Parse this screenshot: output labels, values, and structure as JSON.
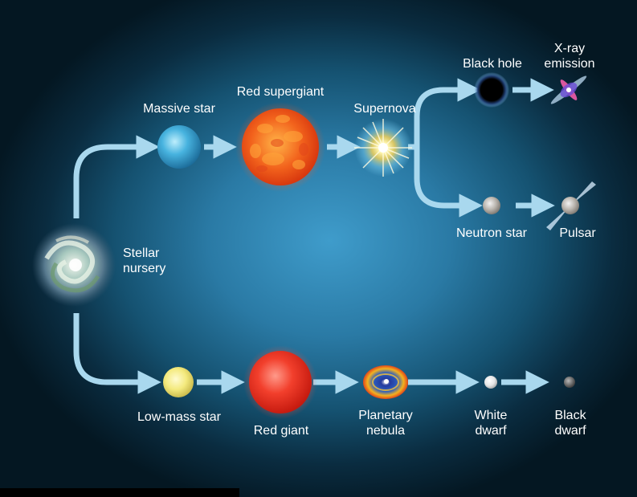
{
  "diagram": {
    "nodes": {
      "stellar_nursery": {
        "line1": "Stellar",
        "line2": "nursery",
        "icon": "nebula-swirl-icon"
      },
      "massive_star": {
        "label": "Massive star",
        "icon": "blue-star-icon"
      },
      "red_supergiant": {
        "label": "Red supergiant",
        "icon": "red-supergiant-icon"
      },
      "supernova": {
        "label": "Supernova",
        "icon": "supernova-burst-icon"
      },
      "black_hole": {
        "label": "Black hole",
        "icon": "black-hole-icon"
      },
      "xray_emission": {
        "line1": "X-ray",
        "line2": "emission",
        "icon": "xray-jet-icon"
      },
      "neutron_star": {
        "label": "Neutron star",
        "icon": "neutron-star-icon"
      },
      "pulsar": {
        "label": "Pulsar",
        "icon": "pulsar-beam-icon"
      },
      "low_mass_star": {
        "label": "Low-mass star",
        "icon": "yellow-star-icon"
      },
      "red_giant": {
        "label": "Red giant",
        "icon": "red-giant-icon"
      },
      "planetary_nebula": {
        "line1": "Planetary",
        "line2": "nebula",
        "icon": "planetary-nebula-icon"
      },
      "white_dwarf": {
        "line1": "White",
        "line2": "dwarf",
        "icon": "white-dwarf-icon"
      },
      "black_dwarf": {
        "line1": "Black",
        "line2": "dwarf",
        "icon": "black-dwarf-icon"
      }
    },
    "edges": [
      [
        "stellar_nursery",
        "massive_star"
      ],
      [
        "massive_star",
        "red_supergiant"
      ],
      [
        "red_supergiant",
        "supernova"
      ],
      [
        "supernova",
        "black_hole"
      ],
      [
        "black_hole",
        "xray_emission"
      ],
      [
        "supernova",
        "neutron_star"
      ],
      [
        "neutron_star",
        "pulsar"
      ],
      [
        "stellar_nursery",
        "low_mass_star"
      ],
      [
        "low_mass_star",
        "red_giant"
      ],
      [
        "red_giant",
        "planetary_nebula"
      ],
      [
        "planetary_nebula",
        "white_dwarf"
      ],
      [
        "white_dwarf",
        "black_dwarf"
      ]
    ],
    "colors": {
      "background_center": "#3f9ccb",
      "background_edge": "#041722",
      "arrow": "#a9d8ee",
      "label": "#ffffff"
    }
  }
}
